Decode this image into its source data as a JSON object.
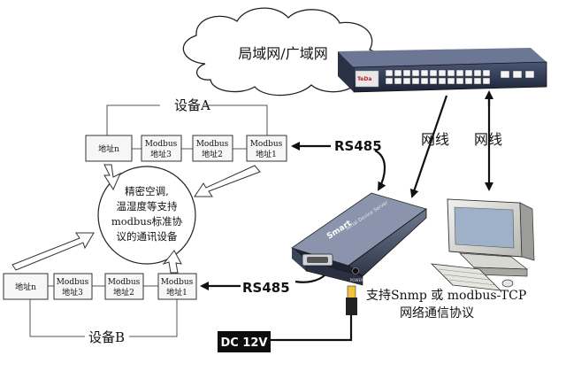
{
  "cloud": {
    "label": "局域网/广域网"
  },
  "switch": {
    "brand": "TeDa"
  },
  "labels": {
    "rs485_top": "RS485",
    "rs485_bottom": "RS485",
    "network_cable_1": "网线",
    "network_cable_2": "网线",
    "protocol_line1": "支持Snmp 或 modbus-TCP",
    "protocol_line2": "网络通信协议",
    "power": "DC 12V",
    "converter_brand": "Smart",
    "converter_subtitle": "Serial Device Server",
    "port_label": "POWER"
  },
  "group_a": {
    "title": "设备A",
    "boxes": [
      {
        "line1": "地址n",
        "line2": ""
      },
      {
        "line1": "Modbus",
        "line2": "地址3"
      },
      {
        "line1": "Modbus",
        "line2": "地址2"
      },
      {
        "line1": "Modbus",
        "line2": "地址1"
      }
    ]
  },
  "group_b": {
    "title": "设备B",
    "boxes": [
      {
        "line1": "地址n",
        "line2": ""
      },
      {
        "line1": "Modbus",
        "line2": "地址3"
      },
      {
        "line1": "Modbus",
        "line2": "地址2"
      },
      {
        "line1": "Modbus",
        "line2": "地址1"
      }
    ]
  },
  "center": {
    "line1": "精密空调,",
    "line2": "温湿度等支持",
    "line3": "modbus标准协",
    "line4": "议的通讯设备"
  }
}
